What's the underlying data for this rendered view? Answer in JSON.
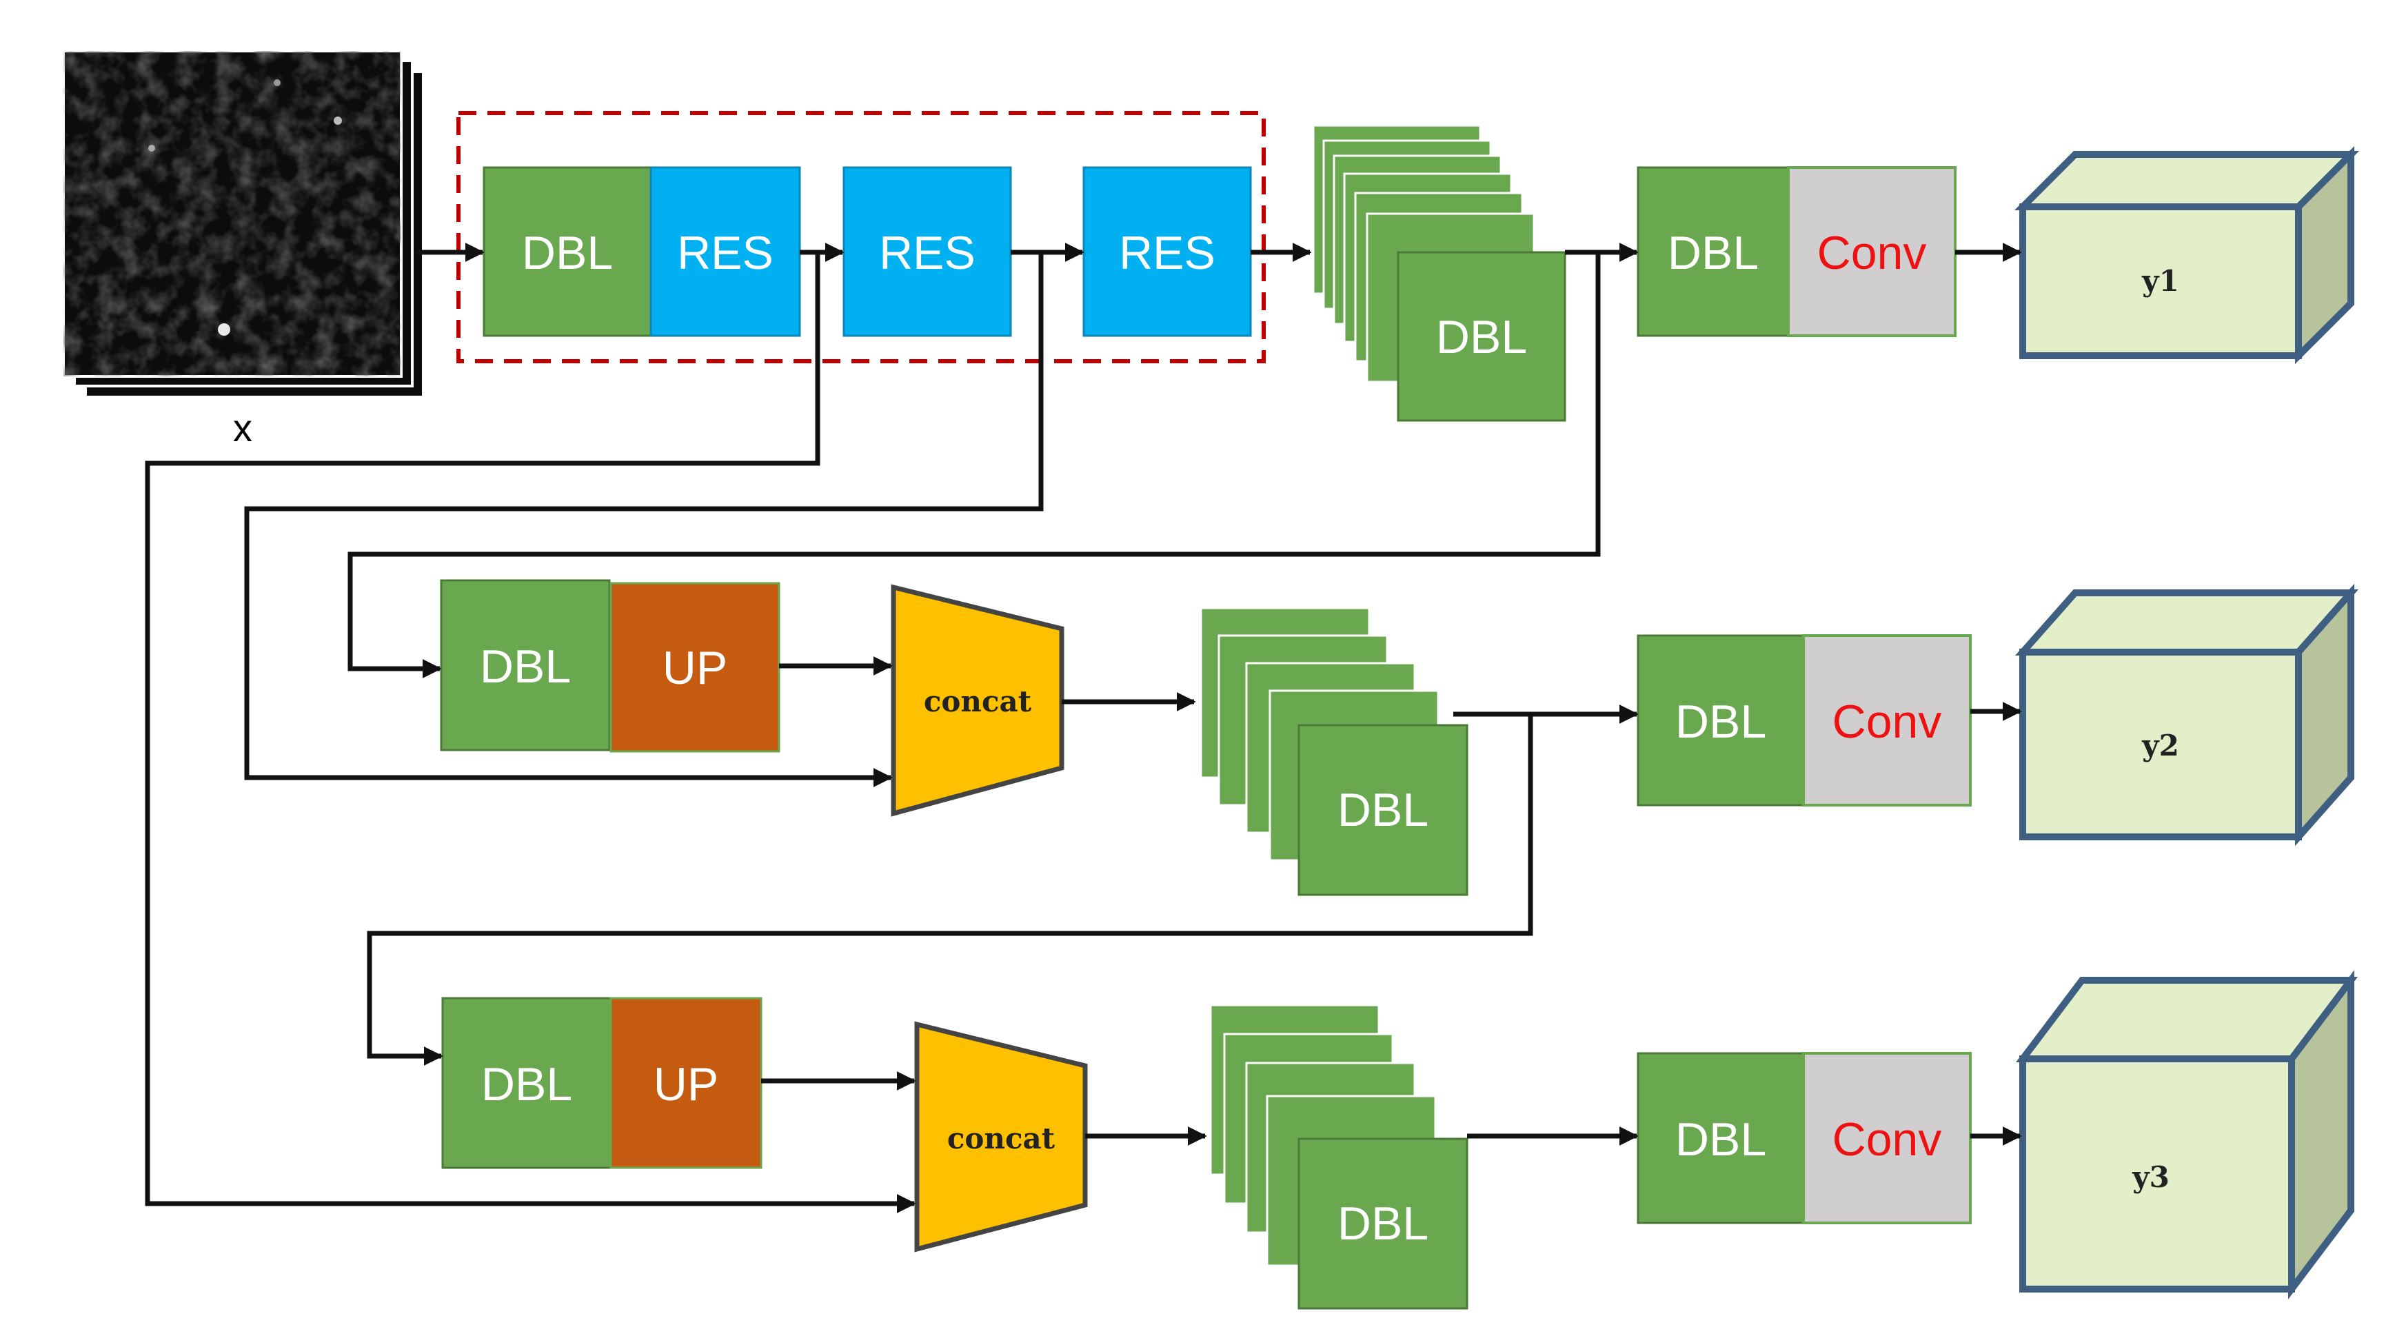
{
  "labels": {
    "input": "x",
    "dbl": "DBL",
    "res": "RES",
    "up": "UP",
    "conv": "Conv",
    "concat": "concat",
    "y1": "y1",
    "y2": "y2",
    "y3": "y3"
  },
  "colors": {
    "dbl": "#6aa84f",
    "res": "#00b0f0",
    "up": "#c55a11",
    "conv_fill": "#d0cece",
    "conv_text": "#ee1111",
    "concat": "#ffc000",
    "output_front": "#e2efc9",
    "output_side": "#b7c39b",
    "output_edge": "#3f5f82",
    "group_border": "#c00000"
  }
}
